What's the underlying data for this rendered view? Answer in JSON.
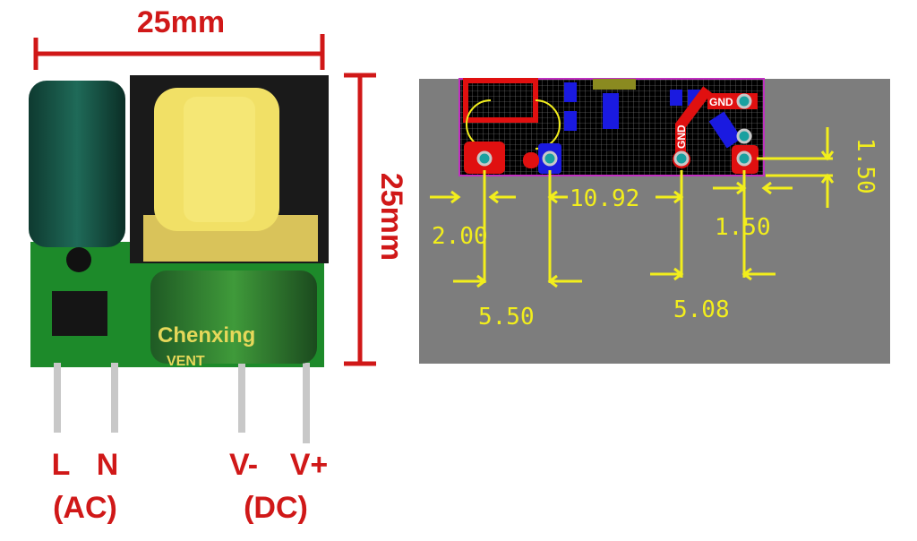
{
  "photo": {
    "width_label": "25mm",
    "height_label": "25mm",
    "pins": {
      "l": "L",
      "n": "N",
      "ac": "(AC)",
      "vminus": "V-",
      "vplus": "V+",
      "dc": "(DC)"
    },
    "capacitor_brand": "Chenxing",
    "capacitor_text": "VENT",
    "label_color": "#d01818"
  },
  "pcb": {
    "silk_labels": [
      "GND",
      "GND"
    ],
    "dimensions": {
      "edge_to_pin": "2.00",
      "ac_pin_spacing": "5.50",
      "ac_to_dc": "10.92",
      "dc_pin_spacing": "5.08",
      "dc_pin_to_edge": "1.50",
      "pin_to_bottom_edge": "1.50"
    },
    "colors": {
      "background": "#7d7d7d",
      "board": "#000000",
      "outline": "#c030c0",
      "dimension": "#f2ee1c",
      "top_copper": "#e01010",
      "bottom_copper": "#1a1ae0"
    }
  }
}
